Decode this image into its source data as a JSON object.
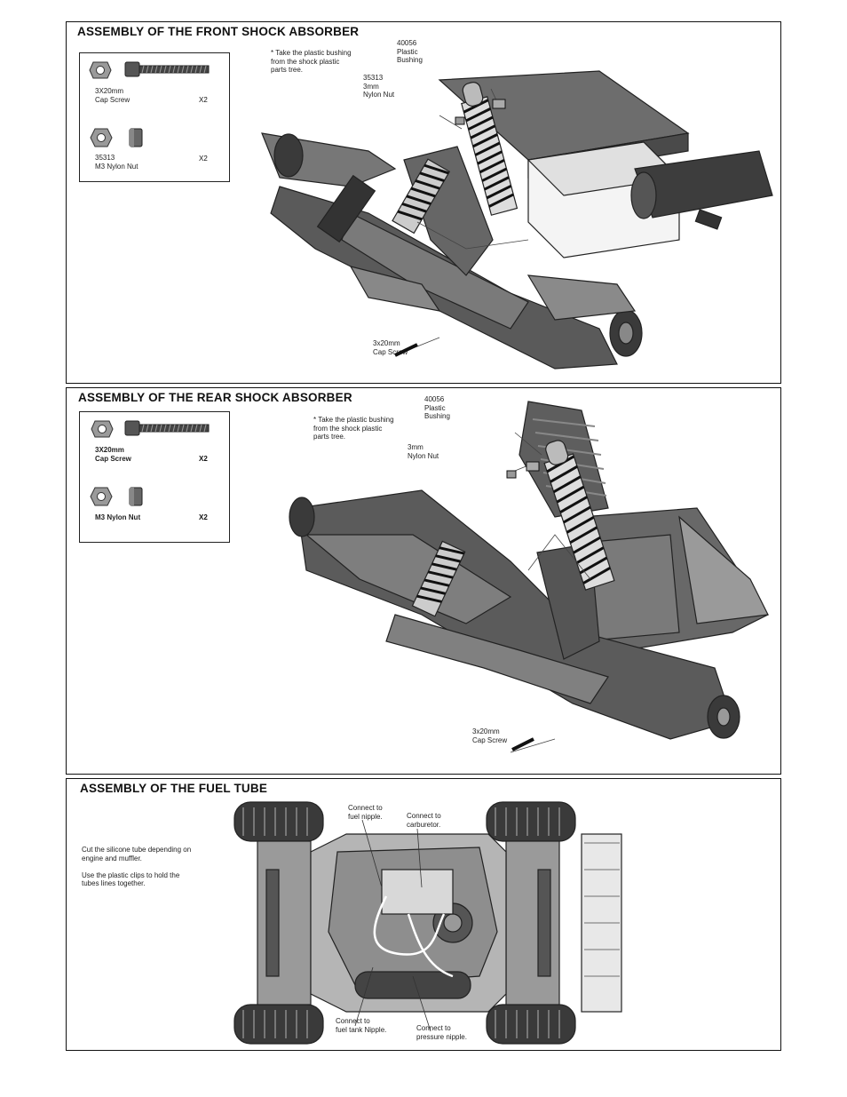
{
  "front": {
    "title": "ASSEMBLY OF THE FRONT SHOCK ABSORBER",
    "parts": [
      {
        "name": "3X20mm\nCap Screw",
        "qty": "X2"
      },
      {
        "name": "35313\nM3 Nylon Nut",
        "qty": "X2"
      }
    ],
    "callouts": {
      "note": "* Take the plastic bushing\n   from the shock plastic\n   parts tree.",
      "bushing": "40056\nPlastic\nBushing",
      "nut": "35313\n3mm\nNylon Nut",
      "screw": "3x20mm\nCap Screw"
    }
  },
  "rear": {
    "title": "ASSEMBLY OF THE REAR SHOCK ABSORBER",
    "parts": [
      {
        "name": "3X20mm\nCap Screw",
        "qty": "X2"
      },
      {
        "name": "M3 Nylon Nut",
        "qty": "X2"
      }
    ],
    "callouts": {
      "note": "* Take the plastic bushing\n   from the shock plastic\n   parts tree.",
      "bushing": "40056\nPlastic\nBushing",
      "nut": "3mm\nNylon Nut",
      "screw": "3x20mm\nCap Screw"
    }
  },
  "fuel": {
    "title": "ASSEMBLY OF THE FUEL TUBE",
    "instructions": "Cut the silicone tube depending on\nengine and muffler.\n\nUse the plastic clips to hold the\ntubes lines together.",
    "callouts": {
      "fuel_nipple": "Connect to\nfuel nipple.",
      "carburetor": "Connect to\ncarburetor.",
      "tank_nipple": "Connect to\nfuel tank Nipple.",
      "pressure_nipple": "Connect to\npressure nipple."
    }
  }
}
